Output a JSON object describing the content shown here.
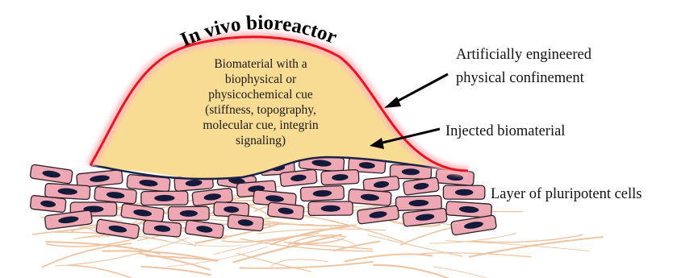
{
  "title": "In vivo bioreactor",
  "biomaterial_text": [
    "Biomaterial with a",
    "biophysical or",
    "physicochemical cue",
    "(stiffness, topography,",
    "molecular cue, integrin",
    "signaling)"
  ],
  "labels": {
    "confinement_line1": "Artificially engineered",
    "confinement_line2": "physical confinement",
    "injected": "Injected biomaterial",
    "cells": "Layer of pluripotent cells"
  },
  "colors": {
    "dome_outline": "#e8141e",
    "dome_glow": "#ffb7bc",
    "biomaterial_fill": "#f9dc94",
    "cell_fill": "#eda8b3",
    "cell_nucleus": "#161a3a",
    "tissue_fibers": "#efc3a0"
  }
}
